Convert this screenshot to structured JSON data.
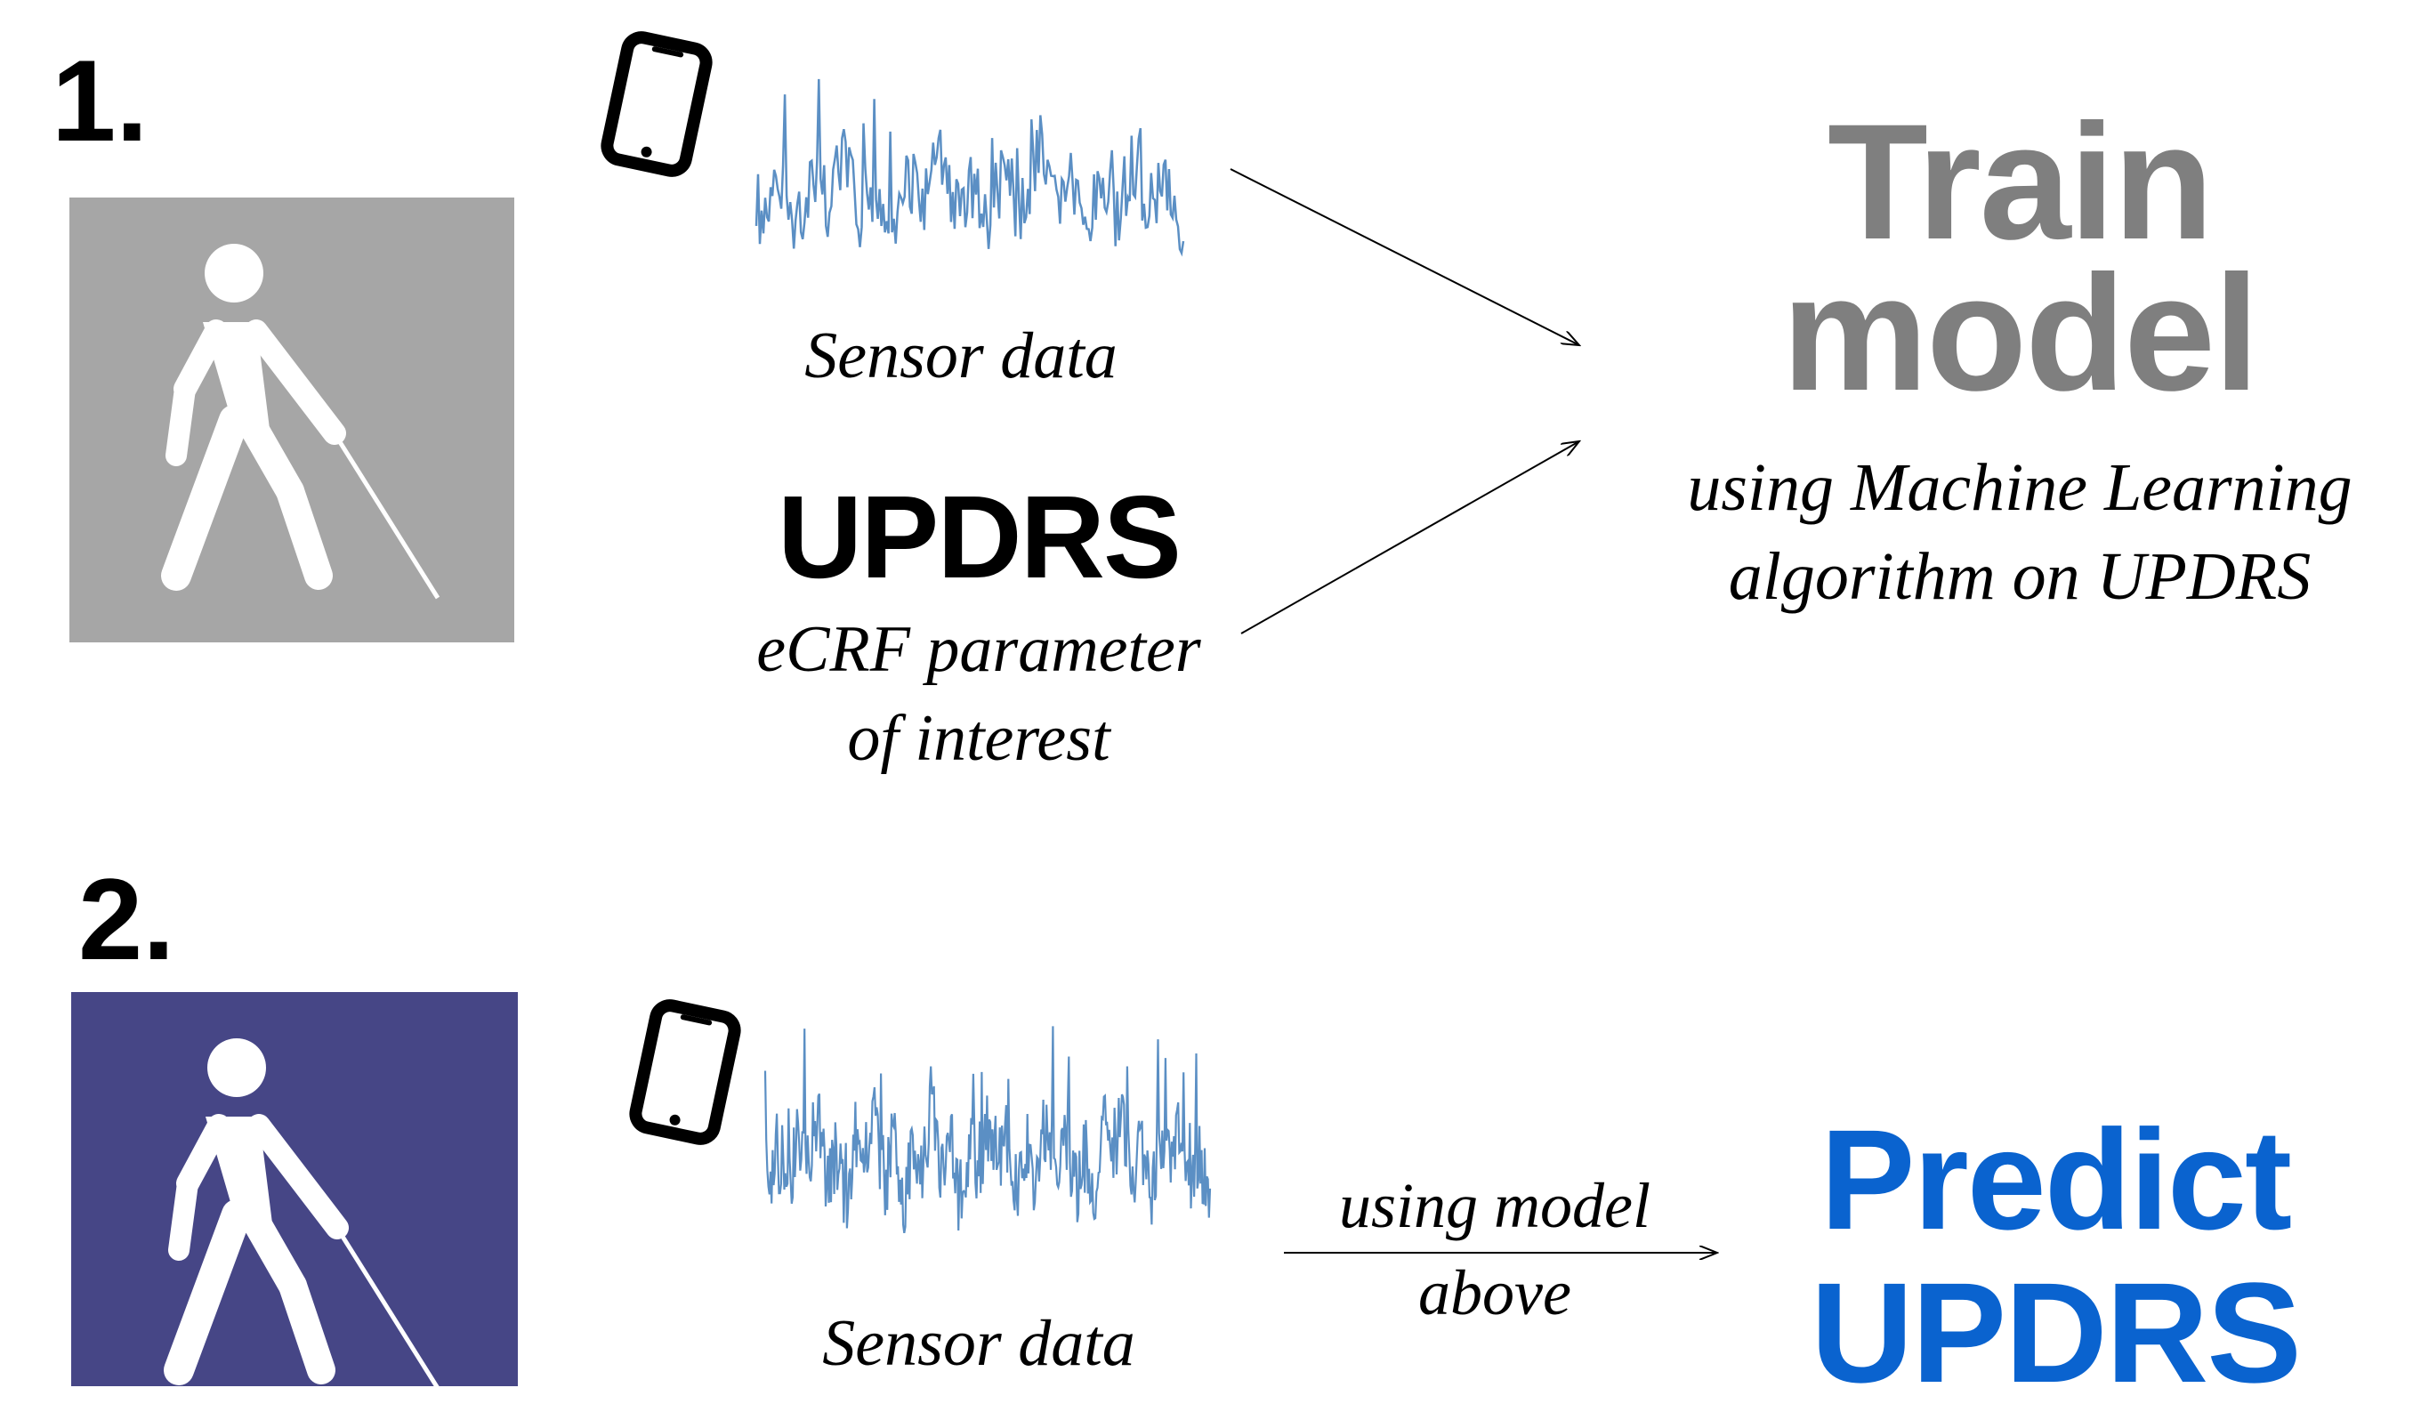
{
  "step1": {
    "number": "1.",
    "sensor_caption": "Sensor data",
    "parameter_title": "UPDRS",
    "parameter_caption_line1": "eCRF parameter",
    "parameter_caption_line2": "of interest",
    "result_line1": "Train",
    "result_line2": "model",
    "result_caption_line1": "using Machine Learning",
    "result_caption_line2": "algorithm on UPDRS"
  },
  "step2": {
    "number": "2.",
    "sensor_caption": "Sensor data",
    "arrow_caption_line1": "using model",
    "arrow_caption_line2": "above",
    "result_line1": "Predict",
    "result_line2": "UPDRS"
  },
  "icons": [
    "walking-person-with-cane-icon",
    "smartphone-icon"
  ],
  "colors": {
    "step1_panel": "#a6a6a6",
    "step2_panel": "#464686",
    "signal": "#5b8fc4",
    "train_text": "#7f7f7f",
    "predict_text": "#0a63cf"
  }
}
